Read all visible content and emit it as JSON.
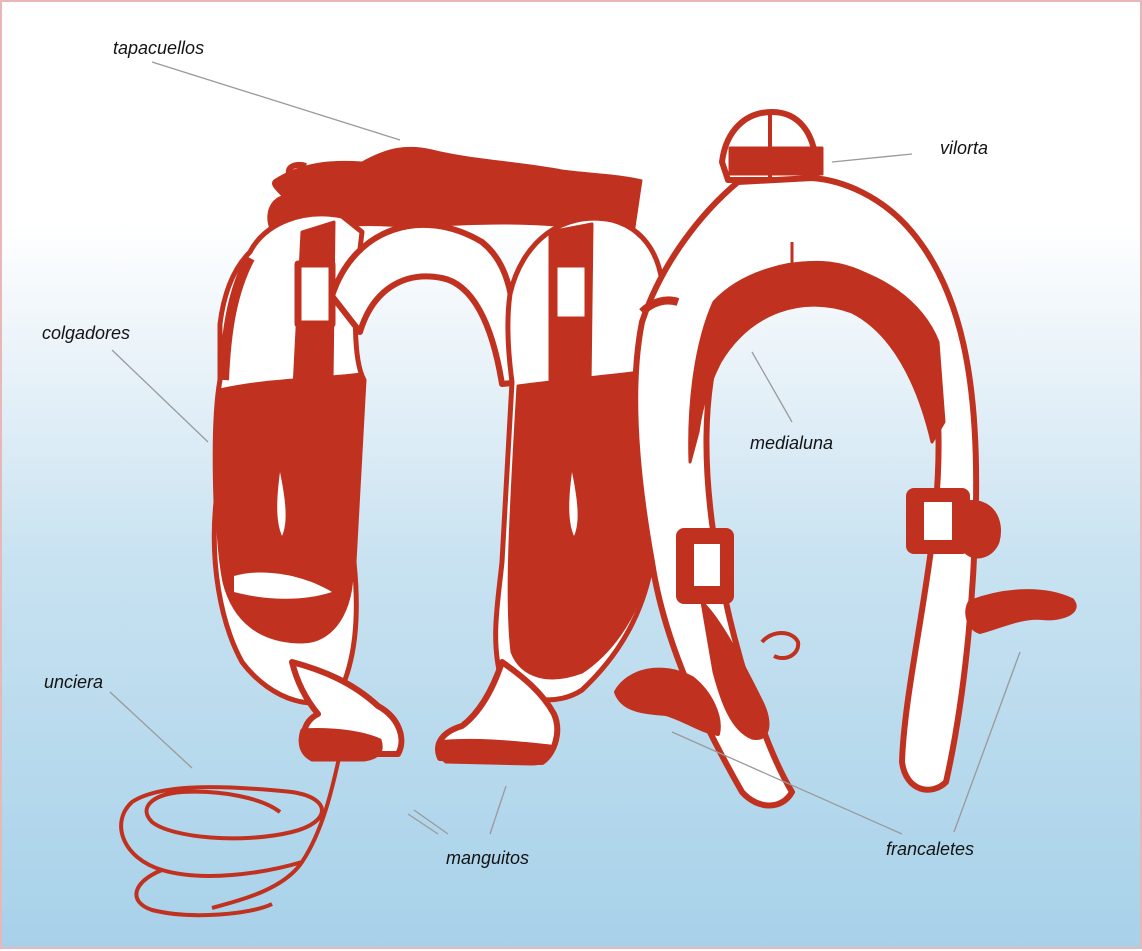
{
  "colors": {
    "ink": "#c0321f",
    "leader": "#9a9a9a",
    "sky_top": "#ffffff",
    "sky_bottom": "#a7d1e9",
    "frame": "#e8b8b8"
  },
  "labels": {
    "tapacuellos": "tapacuellos",
    "vilorta": "vilorta",
    "colgadores": "colgadores",
    "medialuna": "medialuna",
    "unciera": "unciera",
    "manguitos": "manguitos",
    "francaletes": "francaletes"
  }
}
